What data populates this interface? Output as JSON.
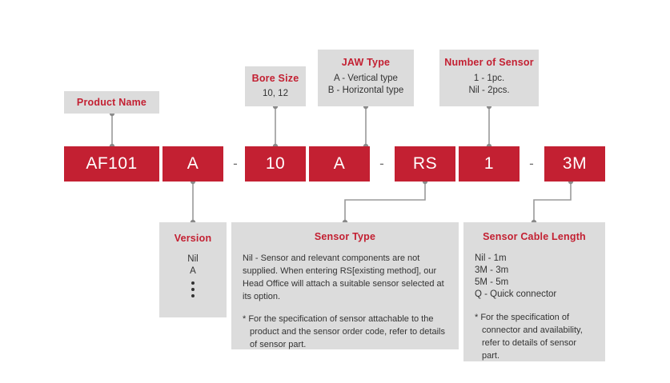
{
  "colors": {
    "code_block_bg": "#c32032",
    "code_block_text": "#ffffff",
    "callout_bg": "#dcdcdc",
    "title_red": "#c32032",
    "body_text": "#333333",
    "connector": "#9a9a9a"
  },
  "code": {
    "segments": [
      {
        "id": "product-name",
        "label": "AF101"
      },
      {
        "id": "version",
        "label": "A"
      },
      {
        "id": "bore-size",
        "label": "10"
      },
      {
        "id": "jaw-type",
        "label": "A"
      },
      {
        "id": "sensor-type",
        "label": "RS"
      },
      {
        "id": "number-of-sensor",
        "label": "1"
      },
      {
        "id": "sensor-cable-length",
        "label": "3M"
      }
    ],
    "separator": "-"
  },
  "callouts": {
    "product_name": {
      "title": "Product Name",
      "lines": []
    },
    "bore_size": {
      "title": "Bore Size",
      "lines": [
        "10, 12"
      ]
    },
    "jaw_type": {
      "title": "JAW Type",
      "lines": [
        "A - Vertical type",
        "B - Horizontal type"
      ]
    },
    "number_of_sensor": {
      "title": "Number of Sensor",
      "lines": [
        "1 - 1pc.",
        "Nil - 2pcs."
      ]
    },
    "version": {
      "title": "Version",
      "lines": [
        "Nil",
        "A"
      ],
      "ellipsis": true
    },
    "sensor_type": {
      "title": "Sensor Type",
      "paragraph": "Nil - Sensor and relevant components are not supplied. When entering RS[existing method], our Head Office will attach a suitable sensor selected at its option.",
      "note": "* For the specification of sensor attachable to the product and the sensor order code, refer to details of sensor part."
    },
    "sensor_cable_length": {
      "title": "Sensor Cable Length",
      "lines": [
        "Nil - 1m",
        "3M - 3m",
        "5M - 5m",
        "Q - Quick connector"
      ],
      "note": "* For the specification of connector and availability, refer to details of sensor part."
    }
  }
}
